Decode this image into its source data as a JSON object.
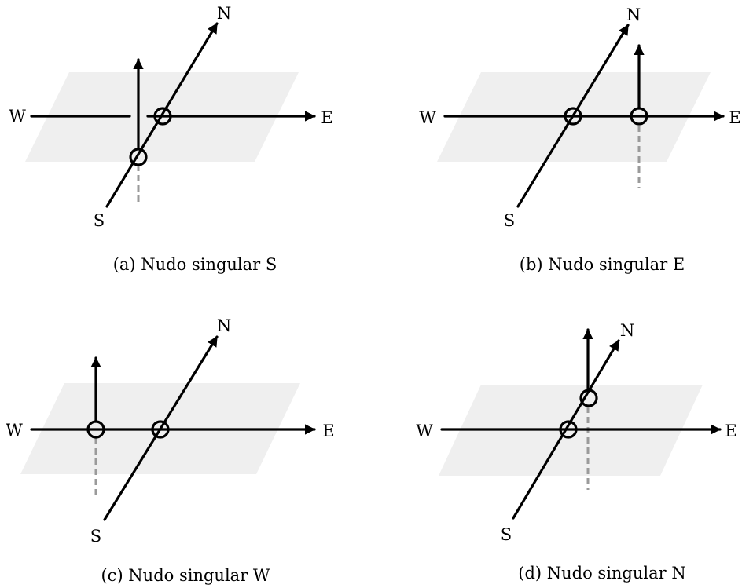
{
  "labels": {
    "north": "N",
    "south": "S",
    "east": "E",
    "west": "W"
  },
  "panels": [
    {
      "id": "a",
      "caption": "(a) Nudo singular S"
    },
    {
      "id": "b",
      "caption": "(b) Nudo singular E"
    },
    {
      "id": "c",
      "caption": "(c) Nudo singular W"
    },
    {
      "id": "d",
      "caption": "(d) Nudo singular N"
    }
  ],
  "colors": {
    "plane": "#efefef",
    "lines": "#000000",
    "dashed": "#9a9a9a"
  }
}
